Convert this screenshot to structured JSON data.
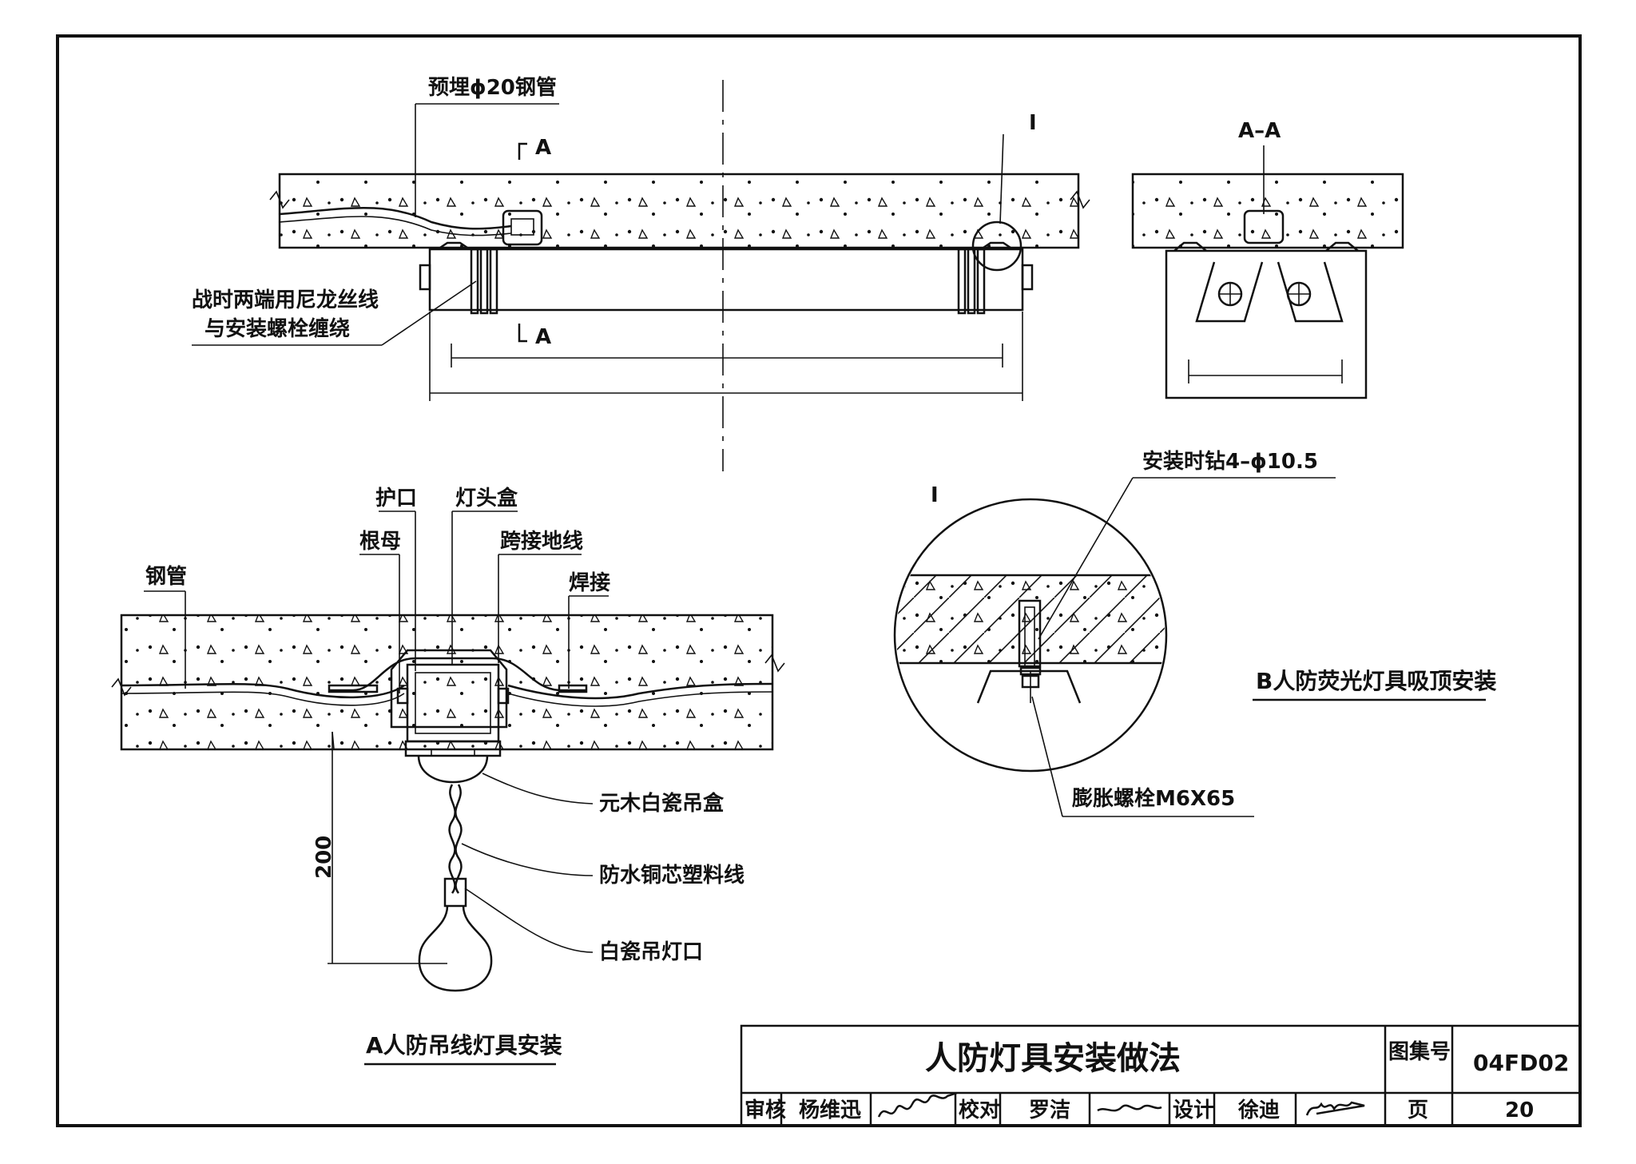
{
  "drawing": {
    "top_view": {
      "label_pipe": "预埋ϕ20钢管",
      "label_section_a": "A",
      "label_detail": "I",
      "label_wrap_line1": "战时两端用尼龙丝线",
      "label_wrap_line2": "与安装螺栓缠绕"
    },
    "section_view": {
      "label": "A–A"
    },
    "detail_view": {
      "label": "I",
      "label_drill": "安装时钻4–ϕ10.5",
      "label_bolt": "膨胀螺栓M6X65"
    },
    "caption_b": "B人防荧光灯具吸顶安装",
    "pendant_view": {
      "label_guard": "护口",
      "label_box": "灯头盒",
      "label_nut": "根母",
      "label_jumper": "跨接地线",
      "label_pipe": "钢管",
      "label_weld": "焊接",
      "label_rosette": "元木白瓷吊盒",
      "label_wire": "防水铜芯塑料线",
      "label_socket": "白瓷吊灯口",
      "dimension": "200"
    },
    "caption_a": "A人防吊线灯具安装"
  },
  "title_block": {
    "title": "人防灯具安装做法",
    "atlas_label": "图集号",
    "atlas_no": "04FD02",
    "review_label": "审核",
    "reviewer": "杨维迅",
    "check_label": "校对",
    "checker": "罗洁",
    "design_label": "设计",
    "designer": "徐迪",
    "page_label": "页",
    "page_no": "20"
  }
}
